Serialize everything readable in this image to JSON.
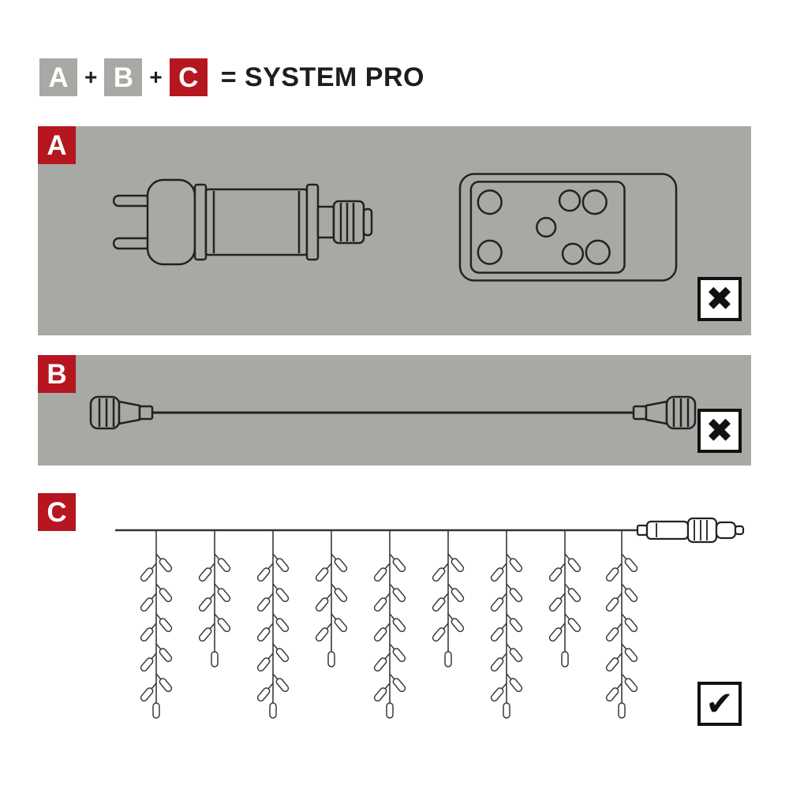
{
  "colors": {
    "red": "#b5161f",
    "gray": "#a7a9a4",
    "ink": "#1d1d1b"
  },
  "header": {
    "box_a": "A",
    "plus1": "+",
    "box_b": "B",
    "plus2": "+",
    "box_c": "C",
    "result": "= SYSTEM PRO"
  },
  "sections": {
    "a": {
      "label": "A",
      "status": "not-included",
      "status_icon": "x-icon",
      "status_glyph": "✖"
    },
    "b": {
      "label": "B",
      "status": "not-included",
      "status_icon": "x-icon",
      "status_glyph": "✖"
    },
    "c": {
      "label": "C",
      "status": "included",
      "status_icon": "check-icon",
      "status_glyph": "✔"
    }
  }
}
